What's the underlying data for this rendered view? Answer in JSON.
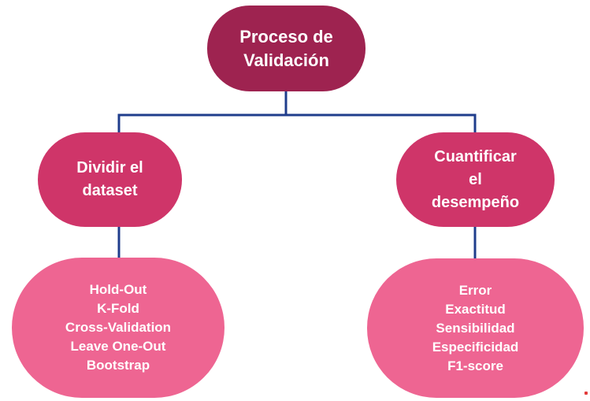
{
  "root": {
    "lines": [
      "Proceso de",
      "Validación"
    ]
  },
  "left_branch": {
    "lines": [
      "Dividir el",
      "dataset"
    ],
    "items": [
      "Hold-Out",
      "K-Fold",
      "Cross-Validation",
      "Leave One-Out",
      "Bootstrap"
    ]
  },
  "right_branch": {
    "lines": [
      "Cuantificar",
      "el",
      "desempeño"
    ],
    "items": [
      "Error",
      "Exactitud",
      "Sensibilidad",
      "Especificidad",
      "F1-score"
    ]
  },
  "colors": {
    "root": "#9e2350",
    "mid": "#cf3569",
    "leaf": "#ee6592",
    "connector": "#1f3d8c"
  }
}
